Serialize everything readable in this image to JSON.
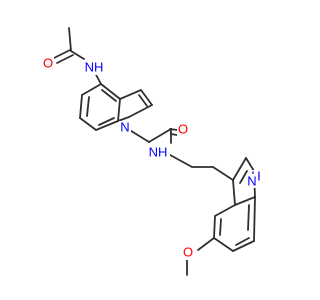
{
  "molecule": {
    "atom_labels": {
      "acetamide_oxygen": "O",
      "acetamide_nh": "NH",
      "indole_nitrogen": "N",
      "amide_oxygen": "O",
      "amide_nh": "NH",
      "indole_nh": "H",
      "indole_nh_n": "N",
      "methoxy_oxygen": "O"
    },
    "colors": {
      "bond": "#2f2f2f",
      "oxygen": "#ff0000",
      "nitrogen": "#0000ff",
      "hydrogen": "#0000ff"
    }
  }
}
